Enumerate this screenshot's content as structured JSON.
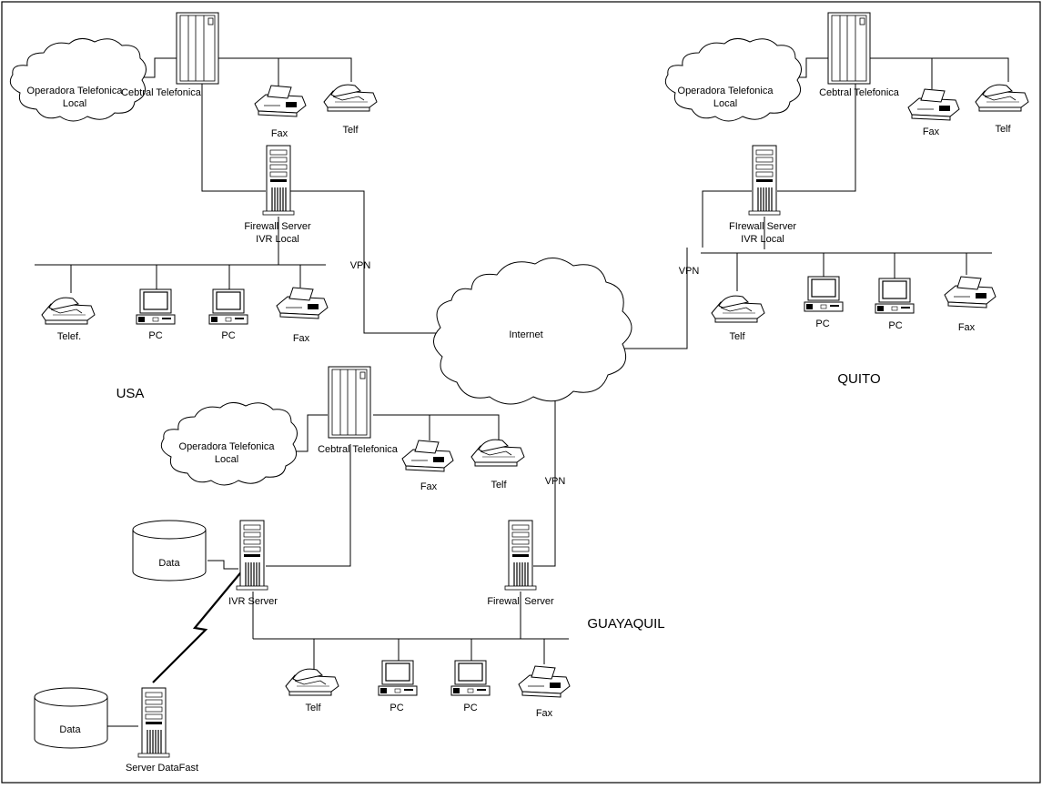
{
  "sites": {
    "usa": {
      "name": "USA",
      "operator": [
        "Operadora Telefonica",
        "Local"
      ],
      "pbx": "Cebtral Telefonica",
      "fax": "Fax",
      "telf": "Telf",
      "firewall": [
        "Firewall Server",
        "IVR Local"
      ],
      "vpn": "VPN",
      "lan": [
        "Telef.",
        "PC",
        "PC",
        "Fax"
      ]
    },
    "quito": {
      "name": "QUITO",
      "operator": [
        "Operadora Telefonica",
        "Local"
      ],
      "pbx": "Cebtral Telefonica",
      "fax": "Fax",
      "telf": "Telf",
      "firewall": [
        "FIrewall Server",
        "IVR Local"
      ],
      "vpn": "VPN",
      "lan": [
        "Telf",
        "PC",
        "PC",
        "Fax"
      ]
    },
    "guayaquil": {
      "name": "GUAYAQUIL",
      "operator": [
        "Operadora Telefonica",
        "Local"
      ],
      "pbx": "Cebtral Telefonica",
      "fax": "Fax",
      "telf": "Telf",
      "vpn": "VPN",
      "data": "Data",
      "ivr": "IVR Server",
      "firewall": "Firewall Server",
      "lan": [
        "Telf",
        "PC",
        "PC",
        "Fax"
      ]
    }
  },
  "internet": "Internet",
  "datafast": {
    "data": "Data",
    "server": "Server DataFast"
  }
}
